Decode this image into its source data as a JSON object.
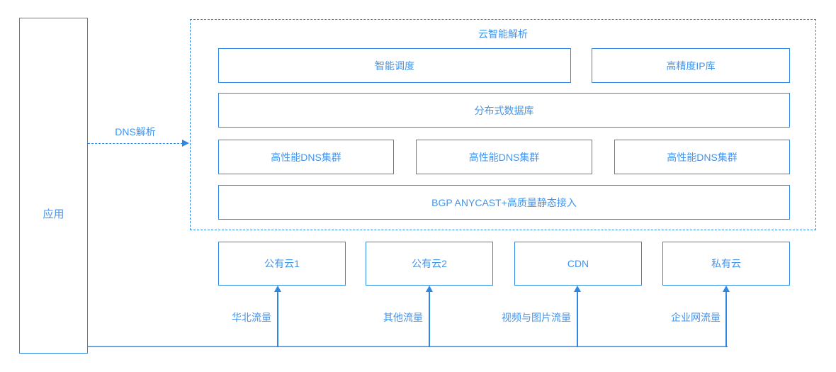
{
  "app": {
    "label": "应用"
  },
  "dns_arrow": {
    "label": "DNS解析"
  },
  "container": {
    "title": "云智能解析",
    "smart_scheduling": "智能调度",
    "ip_library": "高精度IP库",
    "distributed_db": "分布式数据库",
    "dns_clusters": [
      "高性能DNS集群",
      "高性能DNS集群",
      "高性能DNS集群"
    ],
    "bgp": "BGP ANYCAST+高质量静态接入"
  },
  "clouds": [
    {
      "label": "公有云1",
      "traffic": "华北流量"
    },
    {
      "label": "公有云2",
      "traffic": "其他流量"
    },
    {
      "label": "CDN",
      "traffic": "视频与图片流量"
    },
    {
      "label": "私有云",
      "traffic": "企业网流量"
    }
  ],
  "colors": {
    "stroke": "#2e87e2",
    "text": "#4494ea",
    "background": "#ffffff"
  }
}
